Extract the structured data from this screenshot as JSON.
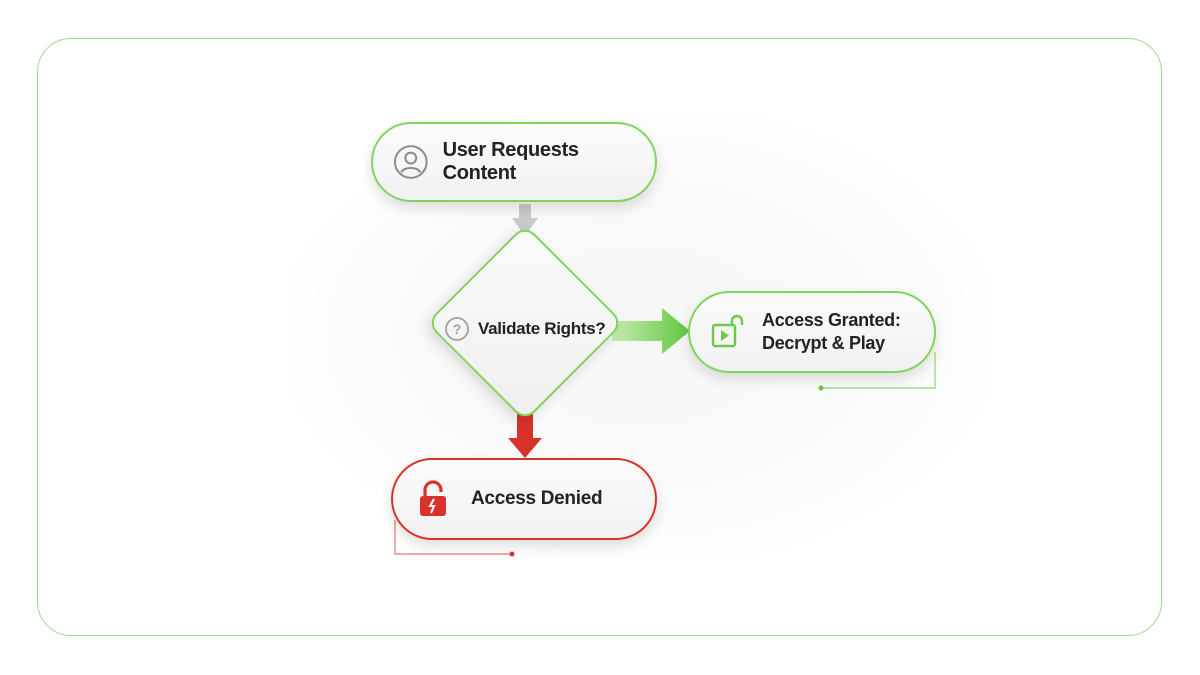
{
  "nodes": {
    "start": {
      "label": "User Requests Content",
      "icon": "user-icon"
    },
    "decision": {
      "label": "Validate Rights?",
      "icon": "question-icon"
    },
    "granted": {
      "line1": "Access Granted:",
      "line2": "Decrypt & Play",
      "icon": "play-unlocked-icon"
    },
    "denied": {
      "label": "Access Denied",
      "icon": "broken-lock-icon"
    }
  },
  "colors": {
    "accent_green": "#7fd45c",
    "accent_red": "#d8322b",
    "arrow_gray": "#c9c9c9",
    "frame_border": "#9fdc8a"
  }
}
